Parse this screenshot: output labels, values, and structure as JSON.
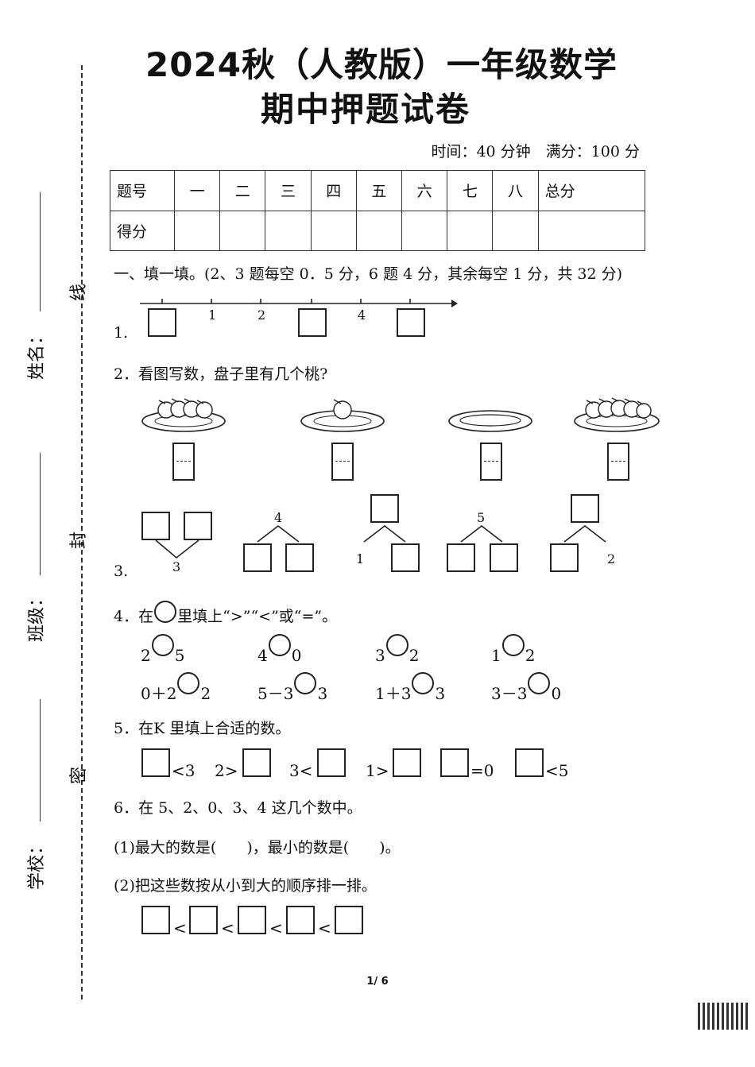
{
  "header": {
    "title_line1": "2024秋（人教版）一年级数学",
    "title_line2": "期中押题试卷",
    "meta": "时间：40 分钟　满分：100 分"
  },
  "side": {
    "name_label": "姓名：",
    "class_label": "班级：",
    "school_label": "学校：",
    "seal_line": "线",
    "seal_seal": "封",
    "seal_secret": "密"
  },
  "score_table": {
    "row1": [
      "题号",
      "一",
      "二",
      "三",
      "四",
      "五",
      "六",
      "七",
      "八",
      "总分"
    ],
    "row2_label": "得分"
  },
  "section1": {
    "heading": "一、填一填。(2、3 题每空 0．5 分，6 题 4 分，其余每空 1 分，共 32 分)"
  },
  "q1": {
    "number": "1.",
    "ticks": [
      "1",
      "2",
      "4"
    ]
  },
  "q2": {
    "text": "2．看图写数，盘子里有几个桃?",
    "peach_counts": [
      4,
      1,
      0,
      5
    ]
  },
  "q3": {
    "number": "3.",
    "values": [
      "3",
      "4",
      "1",
      "5",
      "2"
    ]
  },
  "q4": {
    "prompt_before": "4．在",
    "prompt_after": "里填上“>”“<”或“=”。",
    "row1": [
      [
        "2",
        "5"
      ],
      [
        "4",
        "0"
      ],
      [
        "3",
        "2"
      ],
      [
        "1",
        "2"
      ]
    ],
    "row2": [
      [
        "0＋2",
        "2"
      ],
      [
        "5－3",
        "3"
      ],
      [
        "1＋3",
        "3"
      ],
      [
        "3－3",
        "0"
      ]
    ]
  },
  "q5": {
    "text": "5．在K 里填上合适的数。",
    "items": [
      {
        "before": "",
        "after": "<3"
      },
      {
        "before": "2>",
        "after": ""
      },
      {
        "before": "3<",
        "after": ""
      },
      {
        "before": "1>",
        "after": ""
      },
      {
        "before": "",
        "after": "=0"
      },
      {
        "before": "",
        "after": "<5"
      }
    ]
  },
  "q6": {
    "text": "6．在 5、2、0、3、4 这几个数中。",
    "part1": "(1)最大的数是(　　)，最小的数是(　　)。",
    "part2": "(2)把这些数按从小到大的顺序排一排。",
    "sign": "<"
  },
  "footer": {
    "page": "1/ 6"
  }
}
